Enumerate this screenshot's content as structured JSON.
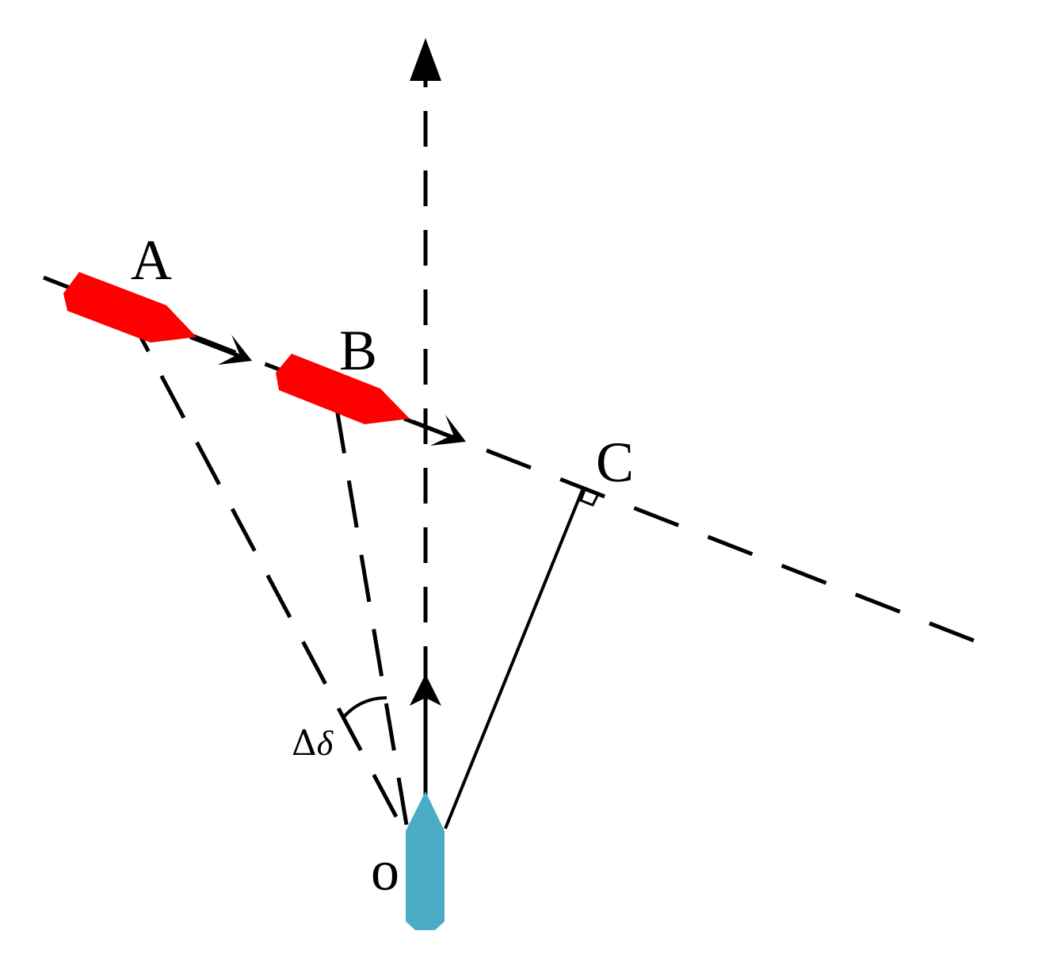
{
  "labels": {
    "point_a": "A",
    "point_b": "B",
    "point_c": "C",
    "point_o": "o",
    "angle_delta": "Δ",
    "angle_symbol": "δ"
  },
  "colors": {
    "target_ship": "#ff0000",
    "own_ship": "#4bacc6",
    "line": "#000000",
    "background": "#ffffff"
  }
}
